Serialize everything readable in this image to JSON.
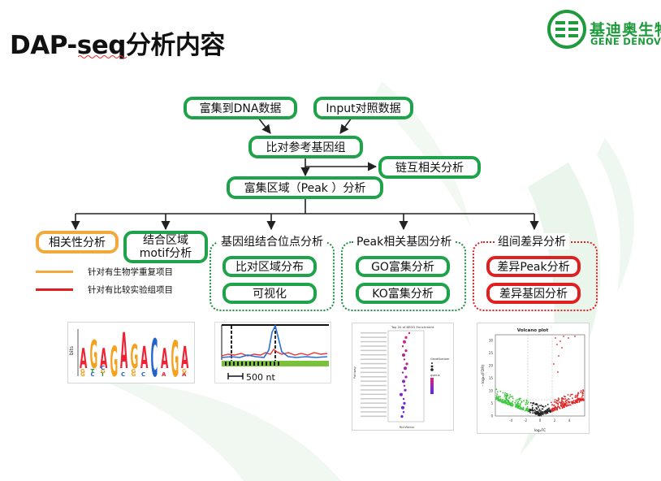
{
  "page": {
    "title": "DAP-seq分析内容"
  },
  "logo": {
    "name_cn": "基迪奥生物",
    "name_en": "GENE DENOVO"
  },
  "flow": {
    "enriched_dna": "富集到DNA数据",
    "input_data": "Input对照数据",
    "align_genome": "比对参考基因组",
    "strand_corr": "链互相关分析",
    "peak_analysis": "富集区域（Peak ）分析"
  },
  "branches": {
    "correlation": "相关性分析",
    "motif_line1": "结合区域",
    "motif_line2": "motif分析",
    "genome_binding": {
      "title": "基因组结合位点分析",
      "items": [
        "比对区域分布",
        "可视化"
      ]
    },
    "peak_genes": {
      "title": "Peak相关基因分析",
      "items": [
        "GO富集分析",
        "KO富集分析"
      ]
    },
    "group_diff": {
      "title": "组间差异分析",
      "items": [
        "差异Peak分析",
        "差异基因分析"
      ]
    }
  },
  "legend": [
    {
      "text": "针对有生物学重复项目",
      "color": "#f2a93b"
    },
    {
      "text": "针对有比较实验组项目",
      "color": "#e02020"
    }
  ],
  "thumbs": {
    "motif": {
      "ylabel": "bits",
      "sequence": "AGAGAGACAGA"
    },
    "track": {
      "scale": "500 nt"
    },
    "kegg": {
      "title": "Top 20 of KEGG Enrichment",
      "xlabel": "RichFactor",
      "ylabel": "Pathway",
      "legend_title": "GeneNumber",
      "legend_q": "qvalue"
    },
    "volcano": {
      "title": "Volcano plot",
      "xlabel": "log₂FC",
      "ylabel": "- log₁₀(FDR)",
      "xticks": [
        "-4",
        "-2",
        "0",
        "2",
        "4"
      ],
      "yticks": [
        "0",
        "5",
        "10",
        "15",
        "20",
        "25",
        "30"
      ]
    }
  },
  "colors": {
    "green": "#1fa34a",
    "orange": "#f2a93b",
    "red": "#e02020"
  }
}
